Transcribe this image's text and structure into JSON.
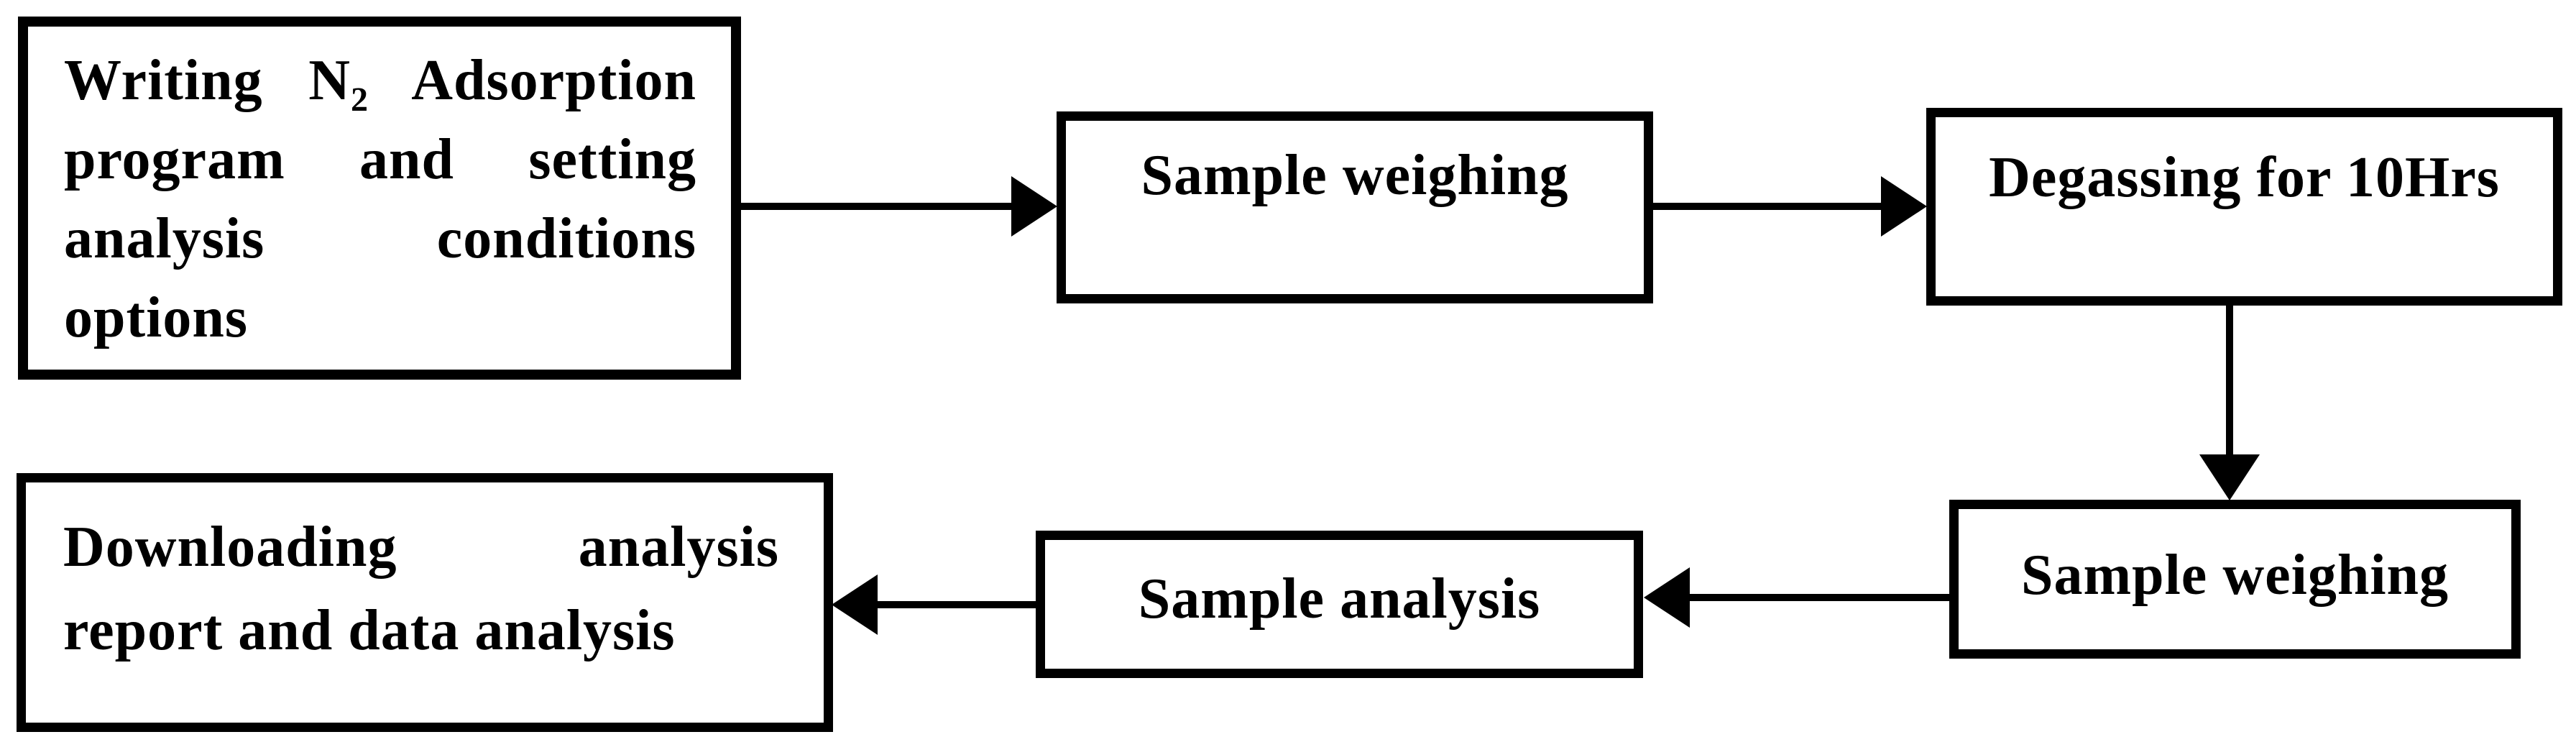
{
  "diagram": {
    "type": "flowchart",
    "background_color": "#ffffff",
    "line_color": "#000000",
    "box_fill_color": "#ffffff",
    "text_color": "#000000",
    "boxes": [
      {
        "id": "write-program",
        "lines": [
          "Writing N₂ Adsorption",
          "program and setting",
          "analysis conditions",
          "options"
        ],
        "full_text": "Writing N₂ Adsorption program and setting analysis conditions options"
      },
      {
        "id": "sample-weighing-1",
        "label": "Sample weighing"
      },
      {
        "id": "degassing",
        "label": "Degassing for 10Hrs"
      },
      {
        "id": "sample-weighing-2",
        "label": "Sample weighing"
      },
      {
        "id": "sample-analysis",
        "label": "Sample analysis"
      },
      {
        "id": "downloading",
        "lines": [
          "Downloading analysis",
          "report and data analysis"
        ],
        "full_text": "Downloading analysis report and data analysis"
      }
    ],
    "arrows": [
      {
        "from": "write-program",
        "to": "sample-weighing-1",
        "direction": "right"
      },
      {
        "from": "sample-weighing-1",
        "to": "degassing",
        "direction": "right"
      },
      {
        "from": "degassing",
        "to": "sample-weighing-2",
        "direction": "down"
      },
      {
        "from": "sample-weighing-2",
        "to": "sample-analysis",
        "direction": "left"
      },
      {
        "from": "sample-analysis",
        "to": "downloading",
        "direction": "left"
      }
    ]
  }
}
